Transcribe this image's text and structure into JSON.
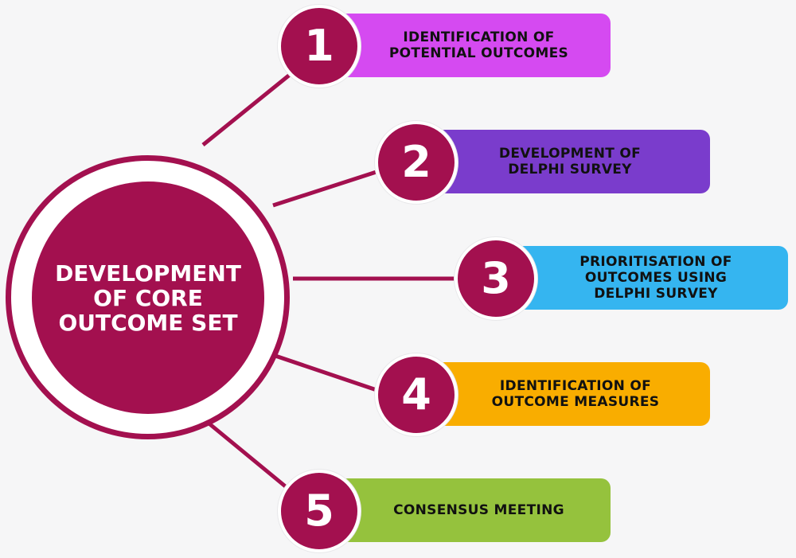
{
  "hub": {
    "title": "DEVELOPMENT\nOF CORE\nOUTCOME SET"
  },
  "steps": [
    {
      "number": "1",
      "label": "IDENTIFICATION OF\nPOTENTIAL OUTCOMES",
      "color": "#d54af1",
      "text_color": "#111111"
    },
    {
      "number": "2",
      "label": "DEVELOPMENT OF\nDELPHI SURVEY",
      "color": "#7a3ccc",
      "text_color": "#111111"
    },
    {
      "number": "3",
      "label": "PRIORITISATION OF\nOUTCOMES USING\nDELPHI SURVEY",
      "color": "#35b5f0",
      "text_color": "#111111"
    },
    {
      "number": "4",
      "label": "IDENTIFICATION OF\nOUTCOME MEASURES",
      "color": "#f9ad00",
      "text_color": "#111111"
    },
    {
      "number": "5",
      "label": "CONSENSUS MEETING",
      "color": "#95c23d",
      "text_color": "#111111"
    }
  ],
  "colors": {
    "accent": "#a3104f",
    "background": "#f6f6f7"
  }
}
